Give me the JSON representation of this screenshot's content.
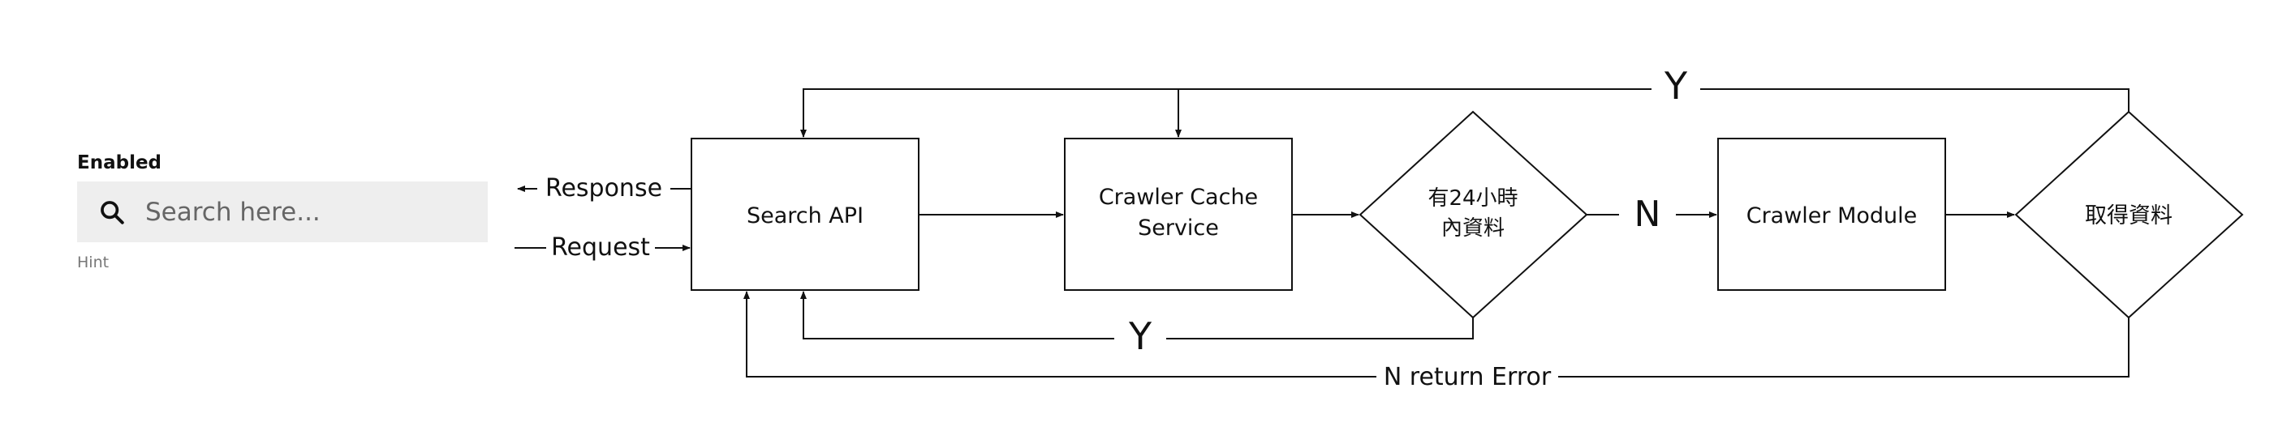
{
  "search": {
    "label": "Enabled",
    "placeholder": "Search here...",
    "value": "",
    "hint": "Hint"
  },
  "flow": {
    "response_label": "Response",
    "request_label": "Request",
    "search_api": "Search API",
    "crawler_cache_line1": "Crawler Cache",
    "crawler_cache_line2": "Service",
    "decision_24h_line1": "有24小時",
    "decision_24h_line2": "內資料",
    "no_label": "N",
    "crawler_module": "Crawler Module",
    "fetch_data": "取得資料",
    "top_yes_label": "Y",
    "bottom_yes_label": "Y",
    "error_label": "N return Error"
  }
}
